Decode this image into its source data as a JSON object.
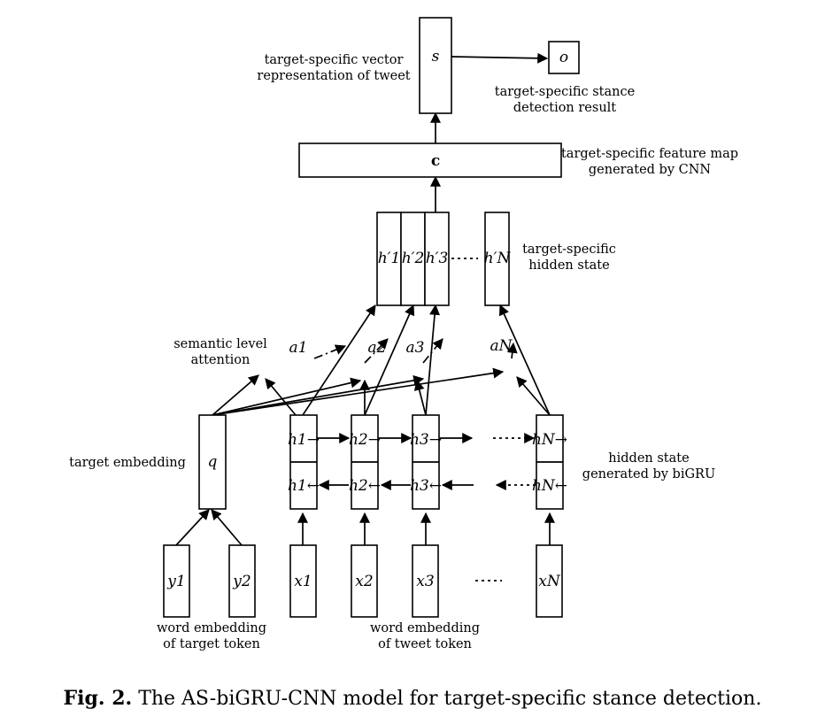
{
  "figure": {
    "labels": {
      "tweet_vector": [
        "target-specific vector",
        "representation of tweet"
      ],
      "stance_result": [
        "target-specific stance",
        "detection result"
      ],
      "feature_map": [
        "target-specific feature map",
        "generated by CNN"
      ],
      "hidden_target": [
        "target-specific",
        "hidden state"
      ],
      "attention": [
        "semantic level",
        "attention"
      ],
      "target_embedding": "target embedding",
      "bigru_hidden": [
        "hidden state",
        "generated by biGRU"
      ],
      "target_token": [
        "word embedding",
        "of target token"
      ],
      "tweet_token": [
        "word embedding",
        "of tweet token"
      ]
    },
    "nodes": {
      "s": "s",
      "o": "o",
      "c": "c",
      "q": "q",
      "h_prime": [
        "h′1",
        "h′2",
        "h′3",
        "h′N"
      ],
      "a": [
        "a1",
        "a2",
        "a3",
        "aN"
      ],
      "h_fwd": [
        "h1→",
        "h2→",
        "h3→",
        "hN→"
      ],
      "h_bwd": [
        "h1←",
        "h2←",
        "h3←",
        "hN←"
      ],
      "y": [
        "y1",
        "y2"
      ],
      "x": [
        "x1",
        "x2",
        "x3",
        "xN"
      ]
    }
  },
  "caption": {
    "prefix": "Fig. 2.",
    "text": "The AS-biGRU-CNN model for target-specific stance detection."
  }
}
